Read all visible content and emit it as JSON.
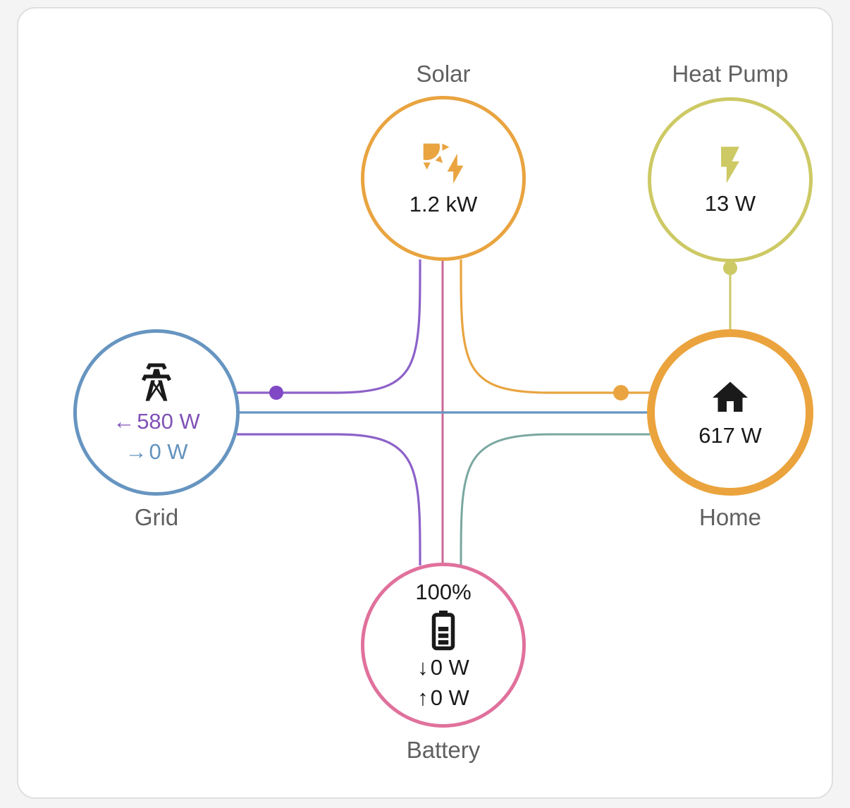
{
  "palette": {
    "page-bg": "#f4f4f4",
    "card-bg": "#ffffff",
    "card-border": "#dfdfdf",
    "solar-orange": "#e9a440",
    "home-ring-orange": "#eba33d",
    "grid-blue": "#6795c1",
    "flow-purple": "#8d62c9",
    "dot-purple": "#8148c6",
    "battery-pink": "#e0719c",
    "flow-pink": "#c96a96",
    "flow-teal": "#79a7a0",
    "heatpump-olive": "#cdc964",
    "flow-olive": "#ccc86a",
    "text-purple": "#8152b8",
    "text-blue": "#6393bd",
    "label-gray": "#606060",
    "value-black": "#1a1a1a"
  },
  "nodes": {
    "solar": {
      "label": "Solar",
      "value": "1.2 kW",
      "icon": "solar-power-variant-icon"
    },
    "heat_pump": {
      "label": "Heat Pump",
      "value": "13 W",
      "icon": "lightning-bolt-icon"
    },
    "grid": {
      "label": "Grid",
      "icon": "transmission-tower-icon",
      "flows": [
        {
          "arrow": "←",
          "value": "580 W"
        },
        {
          "arrow": "→",
          "value": "0 W"
        }
      ]
    },
    "home": {
      "label": "Home",
      "value": "617 W",
      "icon": "home-icon"
    },
    "battery": {
      "label": "Battery",
      "percent": "100%",
      "icon": "battery-high-icon",
      "flows": [
        {
          "arrow": "↓",
          "value": "0 W"
        },
        {
          "arrow": "↑",
          "value": "0 W"
        }
      ]
    }
  }
}
